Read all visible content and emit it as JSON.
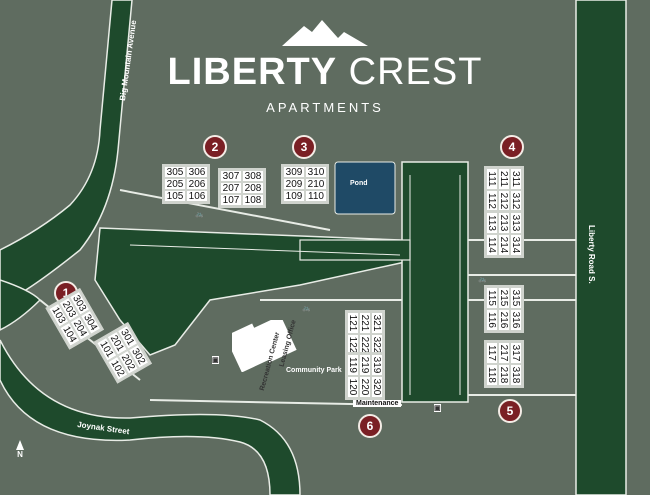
{
  "brand": {
    "title_bold": "LIBERTY",
    "title_light": "CREST",
    "subtitle": "APARTMENTS"
  },
  "streets": {
    "big_mountain": "Big Mountain Avenue",
    "liberty_road": "Liberty Road S.",
    "joynak": "Joynak Street"
  },
  "places": {
    "pond": "Pond",
    "recreation_center": "Recreation Center",
    "leasing_office": "Leasing Office",
    "community_park": "Community Park",
    "maintenance": "Maintenance"
  },
  "compass": "N",
  "markers": [
    "1",
    "2",
    "3",
    "4",
    "5",
    "6"
  ],
  "buildings": {
    "b2a": [
      [
        "305",
        "306"
      ],
      [
        "205",
        "206"
      ],
      [
        "105",
        "106"
      ]
    ],
    "b2b": [
      [
        "307",
        "308"
      ],
      [
        "207",
        "208"
      ],
      [
        "107",
        "108"
      ]
    ],
    "b3": [
      [
        "309",
        "310"
      ],
      [
        "209",
        "210"
      ],
      [
        "109",
        "110"
      ]
    ],
    "b4a": [
      [
        "311",
        "312"
      ],
      [
        "211",
        "212"
      ],
      [
        "111",
        "112"
      ]
    ],
    "b4b": [
      [
        "313",
        "314"
      ],
      [
        "213",
        "214"
      ],
      [
        "113",
        "114"
      ]
    ],
    "b5a": [
      [
        "315",
        "316"
      ],
      [
        "215",
        "216"
      ],
      [
        "115",
        "116"
      ]
    ],
    "b5b": [
      [
        "317",
        "318"
      ],
      [
        "217",
        "218"
      ],
      [
        "117",
        "118"
      ]
    ],
    "b6a": [
      [
        "321",
        "322"
      ],
      [
        "221",
        "222"
      ],
      [
        "121",
        "122"
      ]
    ],
    "b6b": [
      [
        "319",
        "320"
      ],
      [
        "219",
        "220"
      ],
      [
        "119",
        "120"
      ]
    ],
    "b1a": [
      [
        "303",
        "304"
      ],
      [
        "203",
        "204"
      ],
      [
        "103",
        "104"
      ]
    ],
    "b1b": [
      [
        "301",
        "302"
      ],
      [
        "201",
        "202"
      ],
      [
        "101",
        "102"
      ]
    ]
  },
  "colors": {
    "background": "#5f6c60",
    "road": "#1e4a2c",
    "marker": "#7a1f24",
    "pond": "#1f4a66"
  },
  "icons": [
    "mountain-logo-icon",
    "bike-rack-icon",
    "mailbox-icon",
    "north-arrow-icon"
  ]
}
